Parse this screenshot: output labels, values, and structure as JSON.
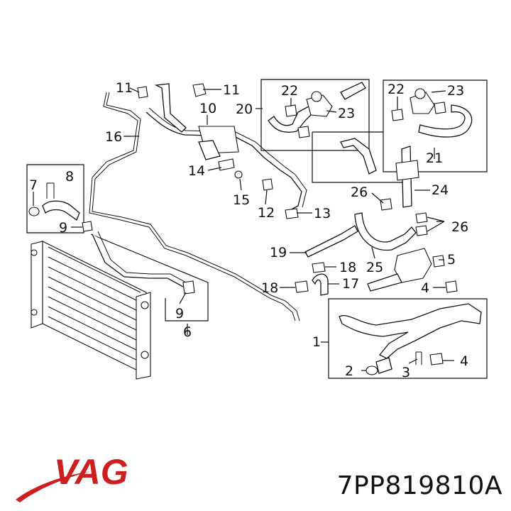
{
  "diagram": {
    "callouts": {
      "c1": "1",
      "c2": "2",
      "c3": "3",
      "c4a": "4",
      "c4b": "4",
      "c5": "5",
      "c6": "6",
      "c7": "7",
      "c8": "8",
      "c9a": "9",
      "c9b": "9",
      "c10": "10",
      "c11a": "11",
      "c11b": "11",
      "c12": "12",
      "c13": "13",
      "c14": "14",
      "c15": "15",
      "c16": "16",
      "c17": "17",
      "c18a": "18",
      "c18b": "18",
      "c19": "19",
      "c20": "20",
      "c21": "21",
      "c22a": "22",
      "c22b": "22",
      "c23a": "23",
      "c23b": "23",
      "c24": "24",
      "c25": "25",
      "c26a": "26",
      "c26b": "26"
    }
  },
  "brand": {
    "logo_text": "VAG",
    "logo_color": "#cc1f1f",
    "swoosh_color": "#cc1f1f"
  },
  "part_number": "7PP819810A"
}
